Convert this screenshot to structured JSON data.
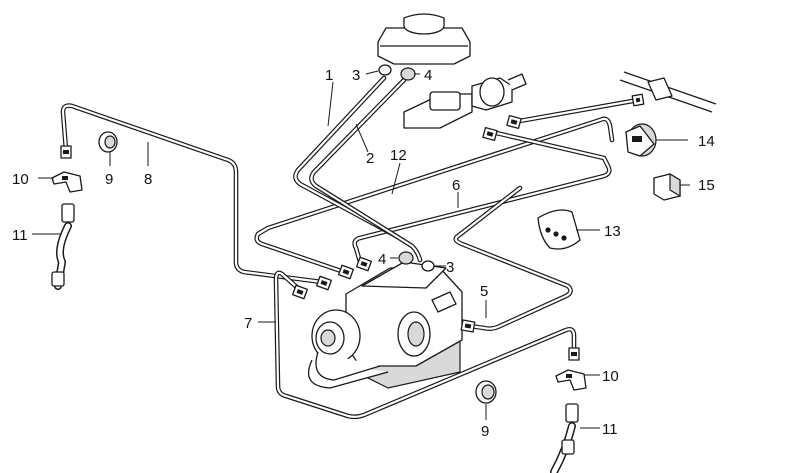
{
  "diagram": {
    "callouts": [
      {
        "id": "c1",
        "label": "1"
      },
      {
        "id": "c2",
        "label": "2"
      },
      {
        "id": "c3a",
        "label": "3"
      },
      {
        "id": "c4a",
        "label": "4"
      },
      {
        "id": "c12",
        "label": "12"
      },
      {
        "id": "c14",
        "label": "14"
      },
      {
        "id": "c15",
        "label": "15"
      },
      {
        "id": "c6",
        "label": "6"
      },
      {
        "id": "c13",
        "label": "13"
      },
      {
        "id": "c10a",
        "label": "10"
      },
      {
        "id": "c9a",
        "label": "9"
      },
      {
        "id": "c8",
        "label": "8"
      },
      {
        "id": "c11a",
        "label": "11"
      },
      {
        "id": "c4b",
        "label": "4"
      },
      {
        "id": "c3b",
        "label": "3"
      },
      {
        "id": "c5",
        "label": "5"
      },
      {
        "id": "c7",
        "label": "7"
      },
      {
        "id": "c10b",
        "label": "10"
      },
      {
        "id": "c9b",
        "label": "9"
      },
      {
        "id": "c11b",
        "label": "11"
      }
    ]
  }
}
